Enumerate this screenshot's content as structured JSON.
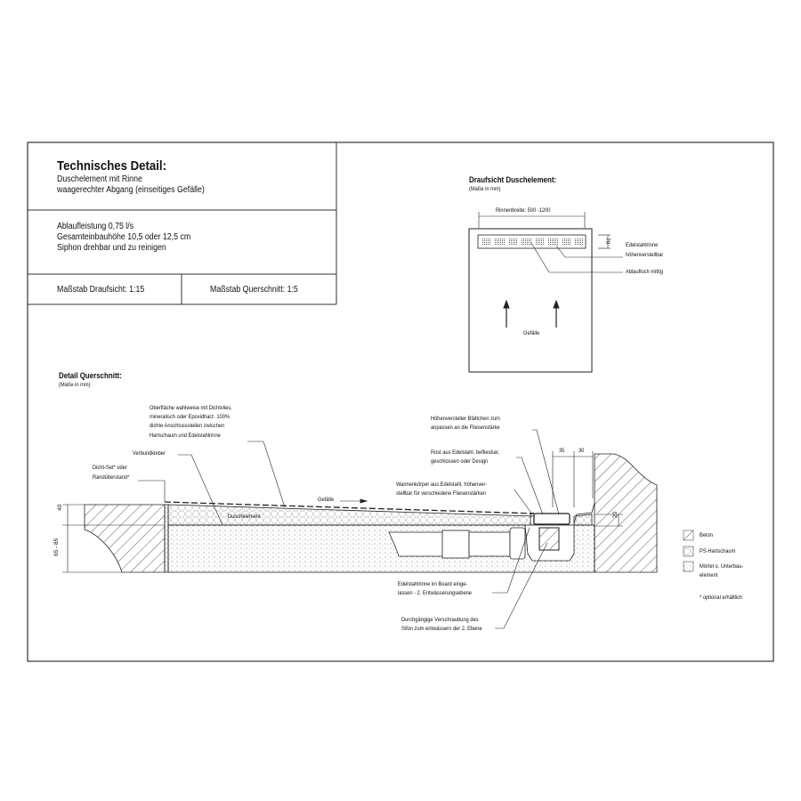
{
  "title_block": {
    "heading": "Technisches Detail:",
    "subtitle_lines": [
      "Duschelement mit Rinne",
      "waagerechter Abgang (einseitiges Gefälle)"
    ],
    "specs": [
      "Ablaufleistung 0,75 l/s",
      "Gesamteinbauhöhe 10,5 oder 12,5 cm",
      "Siphon drehbar und zu reinigen"
    ],
    "scale_top_view": "Maßstab Draufsicht: 1:15",
    "scale_section": "Maßstab Querschnitt: 1:5"
  },
  "top_view": {
    "title": "Draufsicht Duschelement:",
    "units": "(Maße in mm)",
    "width_dim": "Rinnenbreite: 500 -1200",
    "height_dim": "70",
    "label_channel": [
      "Edelstahlrinne",
      "höhenverstellbar"
    ],
    "label_outlet": "Ablaufloch mittig",
    "slope_label": "Gefälle"
  },
  "section": {
    "title": "Detail Querschnitt:",
    "units": "(Maße in mm)",
    "note_surface": [
      "Oberfläche wahlweise mit Dichtvlies,",
      "mineralisch oder Epoxidharz. 100%",
      "dichte Anschlussstellen zwischen",
      "Hartschaum und Edelstahlrinne"
    ],
    "note_adhesive": "Verbundkleber",
    "note_seal": [
      "Dicht-Set* oder",
      "Randüberstand*"
    ],
    "slope_label": "Gefälle",
    "element_label": "Duschelement",
    "dim_40": "40",
    "dim_65_85": "65 - 85",
    "note_shims": [
      "Höhenversteller Blättchen zum",
      "anpassen an die Fliesenstärke"
    ],
    "note_grate": [
      "Rost aus Edelstahl, befliesbar,",
      "geschlossen oder Design"
    ],
    "note_body": [
      "Wannenkörper aus Edelstahl, höhenver-",
      "stellbar für verschiedene Fliesenstärken"
    ],
    "note_channel": [
      "Edelstahlrinne im Board einge-",
      "lassen - 2. Entwässerungsebene"
    ],
    "note_siphon": [
      "Durchgängige Verschraubung des",
      "Sifon zum entwässern der 2. Ebene"
    ],
    "dim_35": "35",
    "dim_30": "30",
    "dim_20": "20"
  },
  "legend": {
    "items": [
      "Beton",
      "PS-Hartschaum",
      "Mörtel o. Unterbau-",
      "element"
    ],
    "footnote": "* optional erhältlich"
  }
}
